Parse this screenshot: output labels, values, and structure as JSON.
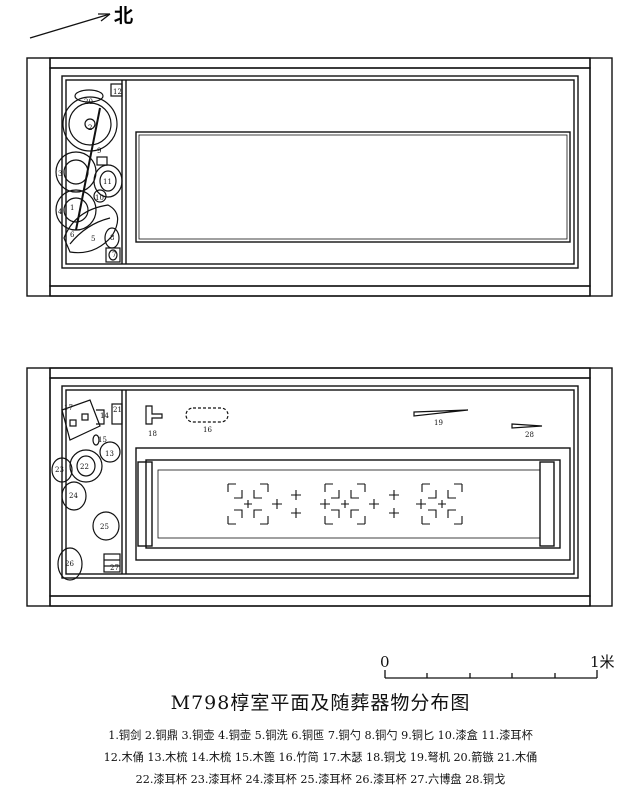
{
  "north_label": "北",
  "scale": {
    "zero": "0",
    "end": "1米"
  },
  "title": "M798椁室平面及随葬器物分布图",
  "legend_lines": [
    "1.铜剑 2.铜鼎 3.铜壶 4.铜壶 5.铜洗 6.铜匜 7.铜勺 8.铜勺 9.铜匕 10.漆盒 11.漆耳杯",
    "12.木俑 13.木梳 14.木梳 15.木篦 16.竹简 17.木瑟 18.铜戈 19.弩机 20.箭镞 21.木俑",
    "22.漆耳杯 23.漆耳杯 24.漆耳杯 25.漆耳杯 26.漆耳杯 27.六博盘 28.铜戈"
  ],
  "upper_plan_labels": [
    "1",
    "2",
    "3",
    "4",
    "5",
    "6",
    "7",
    "8",
    "9",
    "10",
    "11",
    "12",
    "20"
  ],
  "lower_plan_labels": [
    "13",
    "14",
    "15",
    "16",
    "17",
    "18",
    "19",
    "21",
    "22",
    "23",
    "24",
    "25",
    "26",
    "27",
    "28"
  ]
}
